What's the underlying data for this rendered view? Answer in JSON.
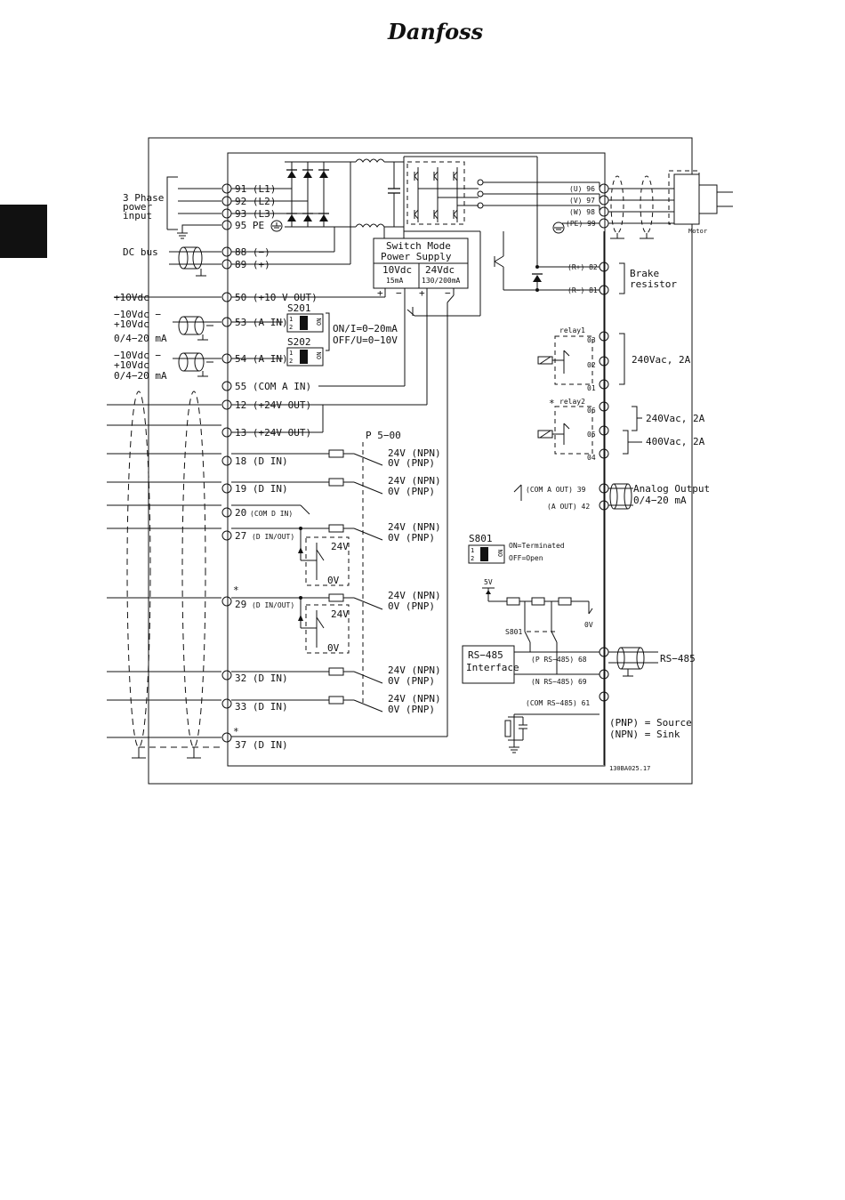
{
  "header": {
    "logo_text": "Danfoss"
  },
  "power": {
    "input_label": [
      "3 Phase",
      "power",
      "input"
    ],
    "terminals": [
      "91 (L1)",
      "92 (L2)",
      "93 (L3)",
      "95 PE"
    ],
    "dc_bus_label": "DC bus",
    "dc_terminals": [
      "88 (−)",
      "89 (+)"
    ]
  },
  "supply": {
    "title": [
      "Switch Mode",
      "Power Supply"
    ],
    "v10": "10Vdc",
    "v10_current": "15mA",
    "v24": "24Vdc",
    "v24_current": "130/200mA"
  },
  "analog": {
    "plus10_label": "+10Vdc",
    "t50": "50 (+10 V OUT)",
    "ain_label_1": [
      "−10Vdc −",
      "+10Vdc",
      "0/4−20 mA"
    ],
    "ain_label_2": [
      "−10Vdc −",
      "+10Vdc",
      "0/4−20 mA"
    ],
    "t53": "53 (A IN)",
    "t54": "54 (A IN)",
    "t55": "55 (COM A IN)",
    "s201": "S201",
    "s202": "S202",
    "switch_on": "ON",
    "switch_pos": [
      "1",
      "2"
    ],
    "mode_text": [
      "ON/I=0−20mA",
      "OFF/U=0−10V"
    ]
  },
  "digital": {
    "t12": "12 (+24V OUT)",
    "t13": "13 (+24V OUT)",
    "p500": "P 5−00",
    "t18": "18 (D IN)",
    "t19": "19 (D IN)",
    "t20": "20",
    "t20_sub": "(COM D IN)",
    "t27": "27",
    "t27_sub": "(D IN/OUT)",
    "t29": "29",
    "t29_sub": "(D IN/OUT)",
    "t32": "32 (D IN)",
    "t33": "33 (D IN)",
    "t37": "37 (D IN)",
    "npn": "24V (NPN)",
    "pnp": "0V (PNP)",
    "v24": "24V",
    "v0": "0V",
    "asterisk": "*"
  },
  "motor": {
    "outputs": [
      "(U) 96",
      "(V) 97",
      "(W) 98",
      "(PE) 99"
    ],
    "label": "Motor"
  },
  "brake": {
    "terminals": [
      "(R+) 82",
      "(R−) 81"
    ],
    "label": [
      "Brake",
      "resistor"
    ]
  },
  "relays": {
    "relay1": "relay1",
    "relay1_terms": [
      "03",
      "02",
      "01"
    ],
    "relay1_rating": "240Vac, 2A",
    "relay2": "relay2",
    "relay2_terms": [
      "06",
      "05",
      "04"
    ],
    "relay2_rating_a": "240Vac, 2A",
    "relay2_rating_b": "400Vac, 2A"
  },
  "analog_out": {
    "t39": "(COM A OUT) 39",
    "t42": "(A OUT) 42",
    "label": [
      "Analog Output",
      "0/4−20 mA"
    ]
  },
  "s801": {
    "title": "S801",
    "on": "ON=Terminated",
    "off": "OFF=Open",
    "v5": "5V",
    "v0": "0V",
    "switch_label": "S801"
  },
  "rs485": {
    "interface": [
      "RS−485",
      "Interface"
    ],
    "t68": "(P RS−485) 68",
    "t69": "(N RS−485) 69",
    "t61": "(COM RS−485) 61",
    "bus_label": "RS−485"
  },
  "legend": {
    "pnp": "(PNP) = Source",
    "npn": "(NPN) = Sink"
  },
  "drawing_id": "130BA025.17"
}
